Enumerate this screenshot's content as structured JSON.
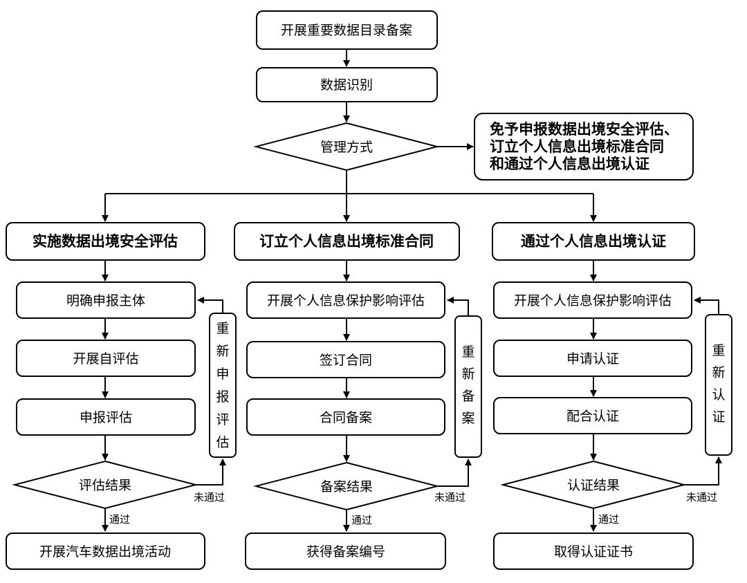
{
  "top": {
    "filing": "开展重要数据目录备案",
    "identify": "数据识别",
    "decision": "管理方式",
    "exempt": [
      "免予申报数据出境安全评估、",
      "订立个人信息出境标准合同",
      "和通过个人信息出境认证"
    ]
  },
  "branches": [
    {
      "header": "实施数据出境安全评估",
      "steps": [
        "明确申报主体",
        "开展自评估",
        "申报评估"
      ],
      "decision": "评估结果",
      "fail_label": "未通过",
      "pass_label": "通过",
      "retry": [
        "重",
        "新",
        "申",
        "报",
        "评",
        "估"
      ],
      "final": "开展汽车数据出境活动"
    },
    {
      "header": "订立个人信息出境标准合同",
      "steps": [
        "开展个人信息保护影响评估",
        "签订合同",
        "合同备案"
      ],
      "decision": "备案结果",
      "fail_label": "未通过",
      "pass_label": "通过",
      "retry": [
        "重",
        "新",
        "备",
        "案"
      ],
      "final": "获得备案编号"
    },
    {
      "header": "通过个人信息出境认证",
      "steps": [
        "开展个人信息保护影响评估",
        "申请认证",
        "配合认证"
      ],
      "decision": "认证结果",
      "fail_label": "未通过",
      "pass_label": "通过",
      "retry": [
        "重",
        "新",
        "认",
        "证"
      ],
      "final": "取得认证证书"
    }
  ]
}
